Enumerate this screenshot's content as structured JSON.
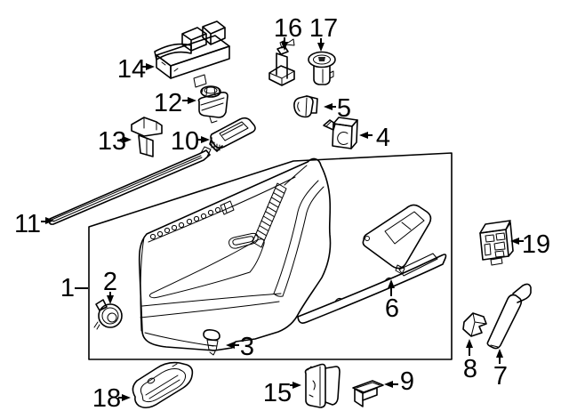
{
  "figure": {
    "type": "exploded-parts-diagram",
    "background_color": "#ffffff",
    "line_color": "#000000"
  },
  "callouts": [
    {
      "label": "1"
    },
    {
      "label": "2"
    },
    {
      "label": "3"
    },
    {
      "label": "4"
    },
    {
      "label": "5"
    },
    {
      "label": "6"
    },
    {
      "label": "7"
    },
    {
      "label": "8"
    },
    {
      "label": "9"
    },
    {
      "label": "10"
    },
    {
      "label": "11"
    },
    {
      "label": "12"
    },
    {
      "label": "13"
    },
    {
      "label": "14"
    },
    {
      "label": "15"
    },
    {
      "label": "16"
    },
    {
      "label": "17"
    },
    {
      "label": "18"
    },
    {
      "label": "19"
    }
  ]
}
